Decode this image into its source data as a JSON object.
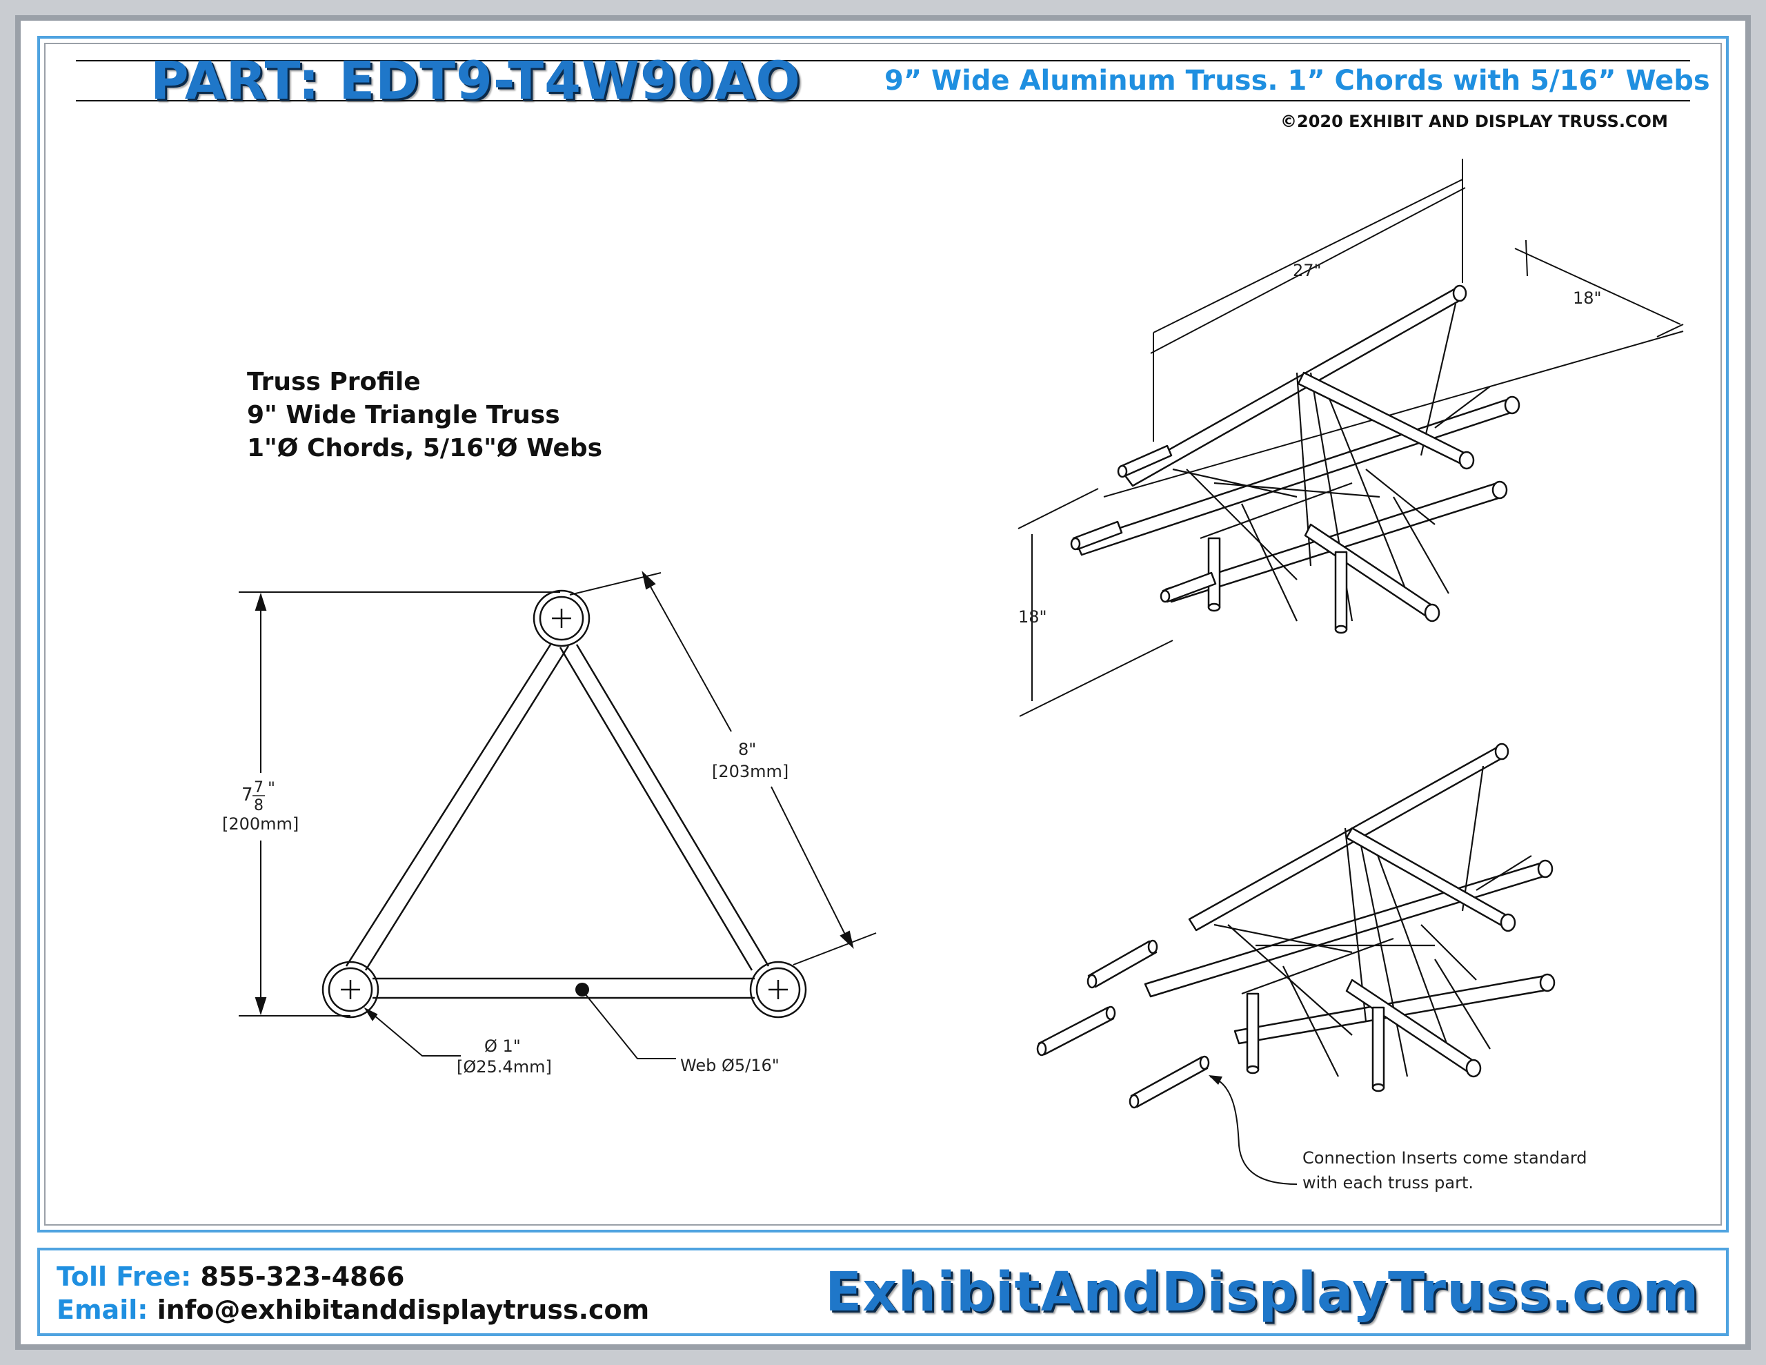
{
  "header": {
    "part_title": "PART: EDT9-T4W90AO",
    "subtitle": "9” Wide Aluminum Truss. 1” Chords with 5/16” Webs",
    "copyright": "©2020 EXHIBIT AND DISPLAY TRUSS.COM"
  },
  "profile": {
    "line1": "Truss Profile",
    "line2": "9\" Wide Triangle Truss",
    "line3": "1\"Ø Chords, 5/16\"Ø Webs",
    "height_whole": "7",
    "height_num": "7",
    "height_den": "8",
    "height_unit": "\"",
    "height_mm": "[200mm]",
    "side_in": "8\"",
    "side_mm": "[203mm]",
    "chord_dia_in": "Ø  1\"",
    "chord_dia_mm": "[Ø25.4mm]",
    "web_label": "Web Ø5/16\""
  },
  "iso_dims": {
    "length": "27\"",
    "width": "18\"",
    "height": "18\""
  },
  "exploded_note": {
    "line1": "Connection Inserts come standard",
    "line2": "with each truss part."
  },
  "footer": {
    "toll_free_label": "Toll Free:",
    "toll_free_value": "855-323-4866",
    "email_label": "Email:",
    "email_value": "info@exhibitanddisplaytruss.com",
    "website": "ExhibitAndDisplayTruss.com"
  },
  "colors": {
    "brand_blue": "#1f77c9",
    "accent_blue": "#1f8fe0",
    "frame_gray": "#c9ccd1"
  }
}
